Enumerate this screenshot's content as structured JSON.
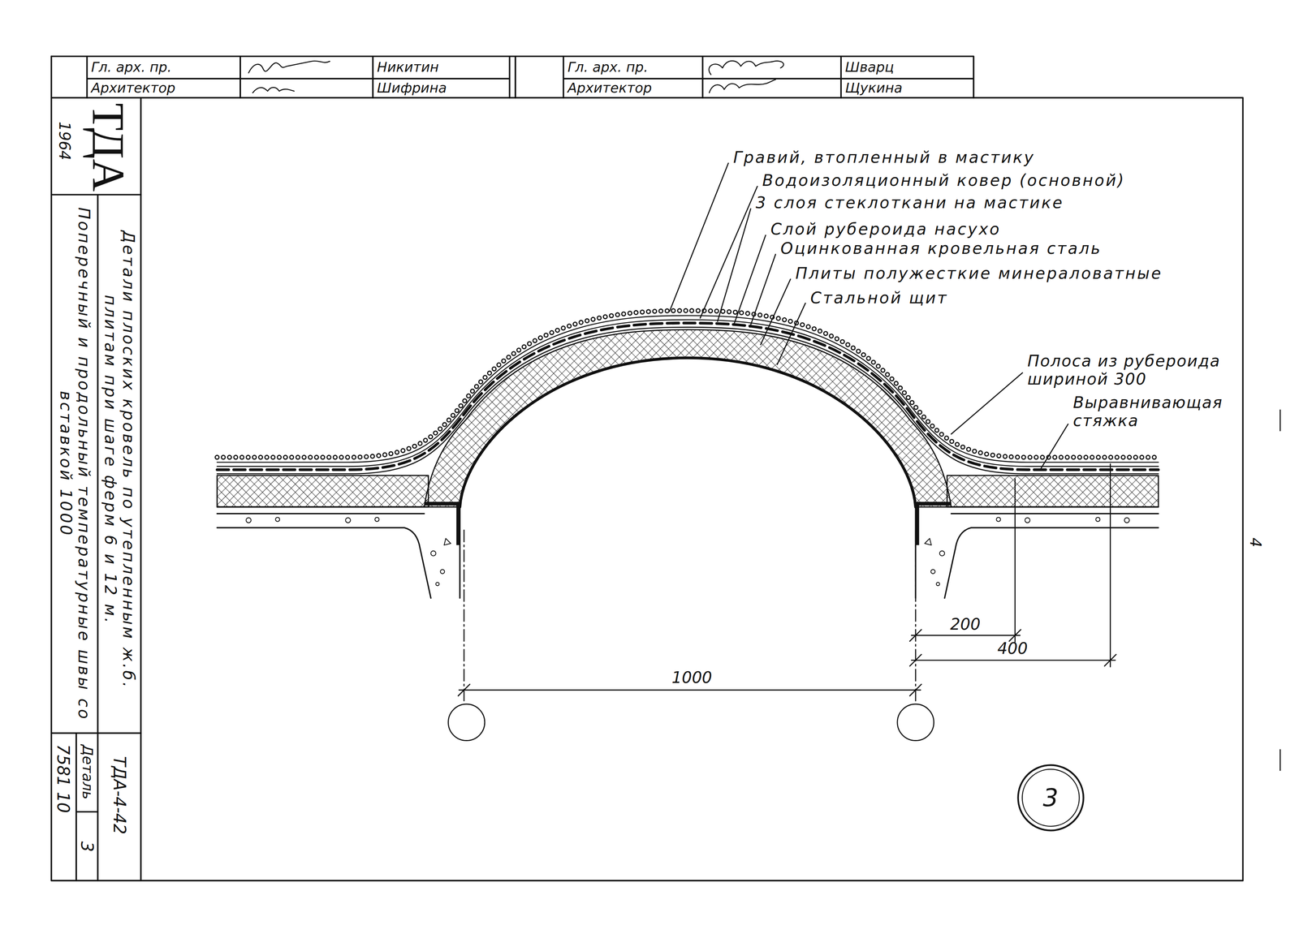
{
  "diagram": {
    "nodes": [
      {
        "text": [
          "3"
        ]
      }
    ],
    "labels": [
      "Гл. арх. пр.",
      "Никитин",
      "Архитектор",
      "Шифрина",
      "Гл. арх. пр.",
      "Шварц",
      "Архитектор",
      "Щукина",
      "ТДА",
      "1964",
      "Детали плоских кровель по утепленным ж.б. плитам при шаге ферм 6 и 12 м.",
      "Поперечный и продольный температурные швы со вставкой 1000",
      "ТДА-4-42",
      "Деталь",
      "3",
      "7581 10",
      "Гравий, втопленный в мастику",
      "Водоизоляционный ковер (основной)",
      "3 слоя стеклоткани на мастике",
      "Слой рубероида насухо",
      "Оцинкованная кровельная сталь",
      "Плиты полужесткие минераловатные",
      "Стальной щит",
      "Полоса из рубероида шириной 300",
      "Выравнивающая стяжка",
      "200",
      "400",
      "1000",
      "4"
    ]
  }
}
